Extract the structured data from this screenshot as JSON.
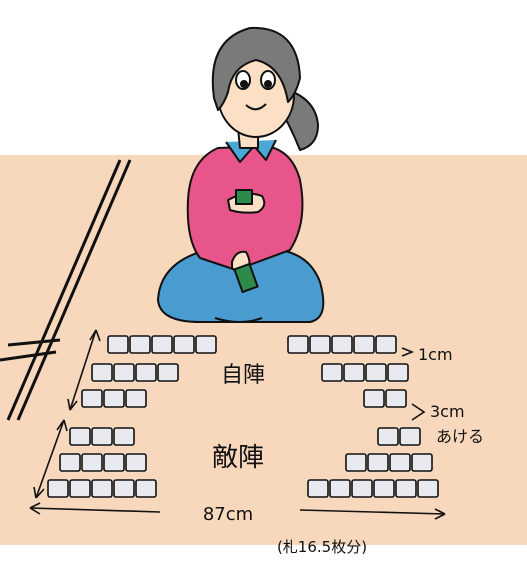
{
  "labels": {
    "own_side": "自陣",
    "enemy_side": "敵陣",
    "row_gap": "1cm",
    "side_gap_line1": "3cm",
    "side_gap_line2": "あける",
    "width": "87cm",
    "width_note": "(札16.5枚分)"
  },
  "colors": {
    "wall": "#ffffff",
    "floor": "#f7d8bd",
    "shirt": "#e8558b",
    "collar": "#4aa7d6",
    "skirt": "#4a9bd0",
    "skin": "#fbe0c6",
    "hair": "#7a7a7a",
    "card": "#e8eaf0",
    "line": "#111111"
  }
}
